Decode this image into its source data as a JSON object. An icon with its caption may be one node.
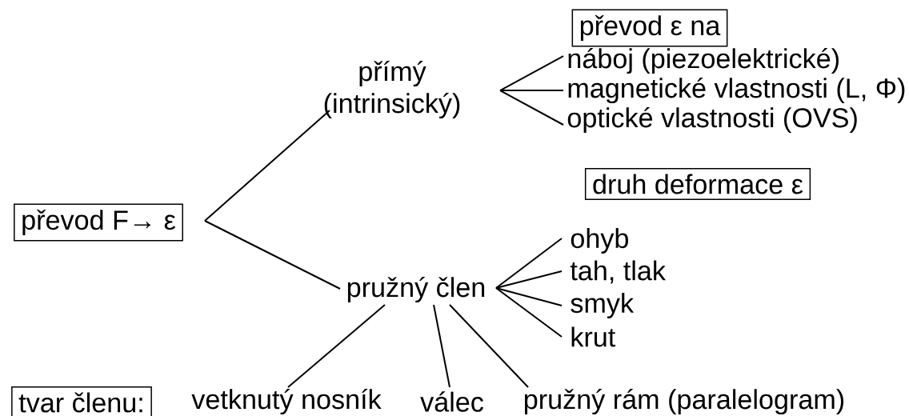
{
  "diagram": {
    "nodes": [
      {
        "text": [
          "převod F→ ε"
        ]
      },
      {
        "text": [
          "přímý (intrinsický)"
        ]
      },
      {
        "text": [
          "pružný člen"
        ]
      },
      {
        "text": [
          "náboj (piezoelektrické)"
        ]
      },
      {
        "text": [
          "magnetické vlastnosti (L, Φ)"
        ]
      },
      {
        "text": [
          "optické vlastnosti (OVS)"
        ]
      },
      {
        "text": [
          "ohyb"
        ]
      },
      {
        "text": [
          "tah, tlak"
        ]
      },
      {
        "text": [
          "smyk"
        ]
      },
      {
        "text": [
          "krut"
        ]
      },
      {
        "text": [
          "vetknutý nosník"
        ]
      },
      {
        "text": [
          "válec"
        ]
      },
      {
        "text": [
          "pružný rám (paralelogram)"
        ]
      },
      {
        "text": [
          "převod ε na"
        ]
      },
      {
        "text": [
          "druh deformace ε"
        ]
      },
      {
        "text": [
          "tvar členu:"
        ]
      }
    ],
    "edges": [
      {
        "from": 0,
        "to": 1,
        "arrow": "none"
      },
      {
        "from": 0,
        "to": 2,
        "arrow": "none"
      },
      {
        "from": 1,
        "to": 3,
        "arrow": "none"
      },
      {
        "from": 1,
        "to": 4,
        "arrow": "none"
      },
      {
        "from": 1,
        "to": 5,
        "arrow": "none"
      },
      {
        "from": 2,
        "to": 6,
        "arrow": "none"
      },
      {
        "from": 2,
        "to": 7,
        "arrow": "none"
      },
      {
        "from": 2,
        "to": 8,
        "arrow": "none"
      },
      {
        "from": 2,
        "to": 9,
        "arrow": "none"
      },
      {
        "from": 2,
        "to": 10,
        "arrow": "none"
      },
      {
        "from": 2,
        "to": 11,
        "arrow": "none"
      },
      {
        "from": 2,
        "to": 12,
        "arrow": "none"
      }
    ]
  }
}
